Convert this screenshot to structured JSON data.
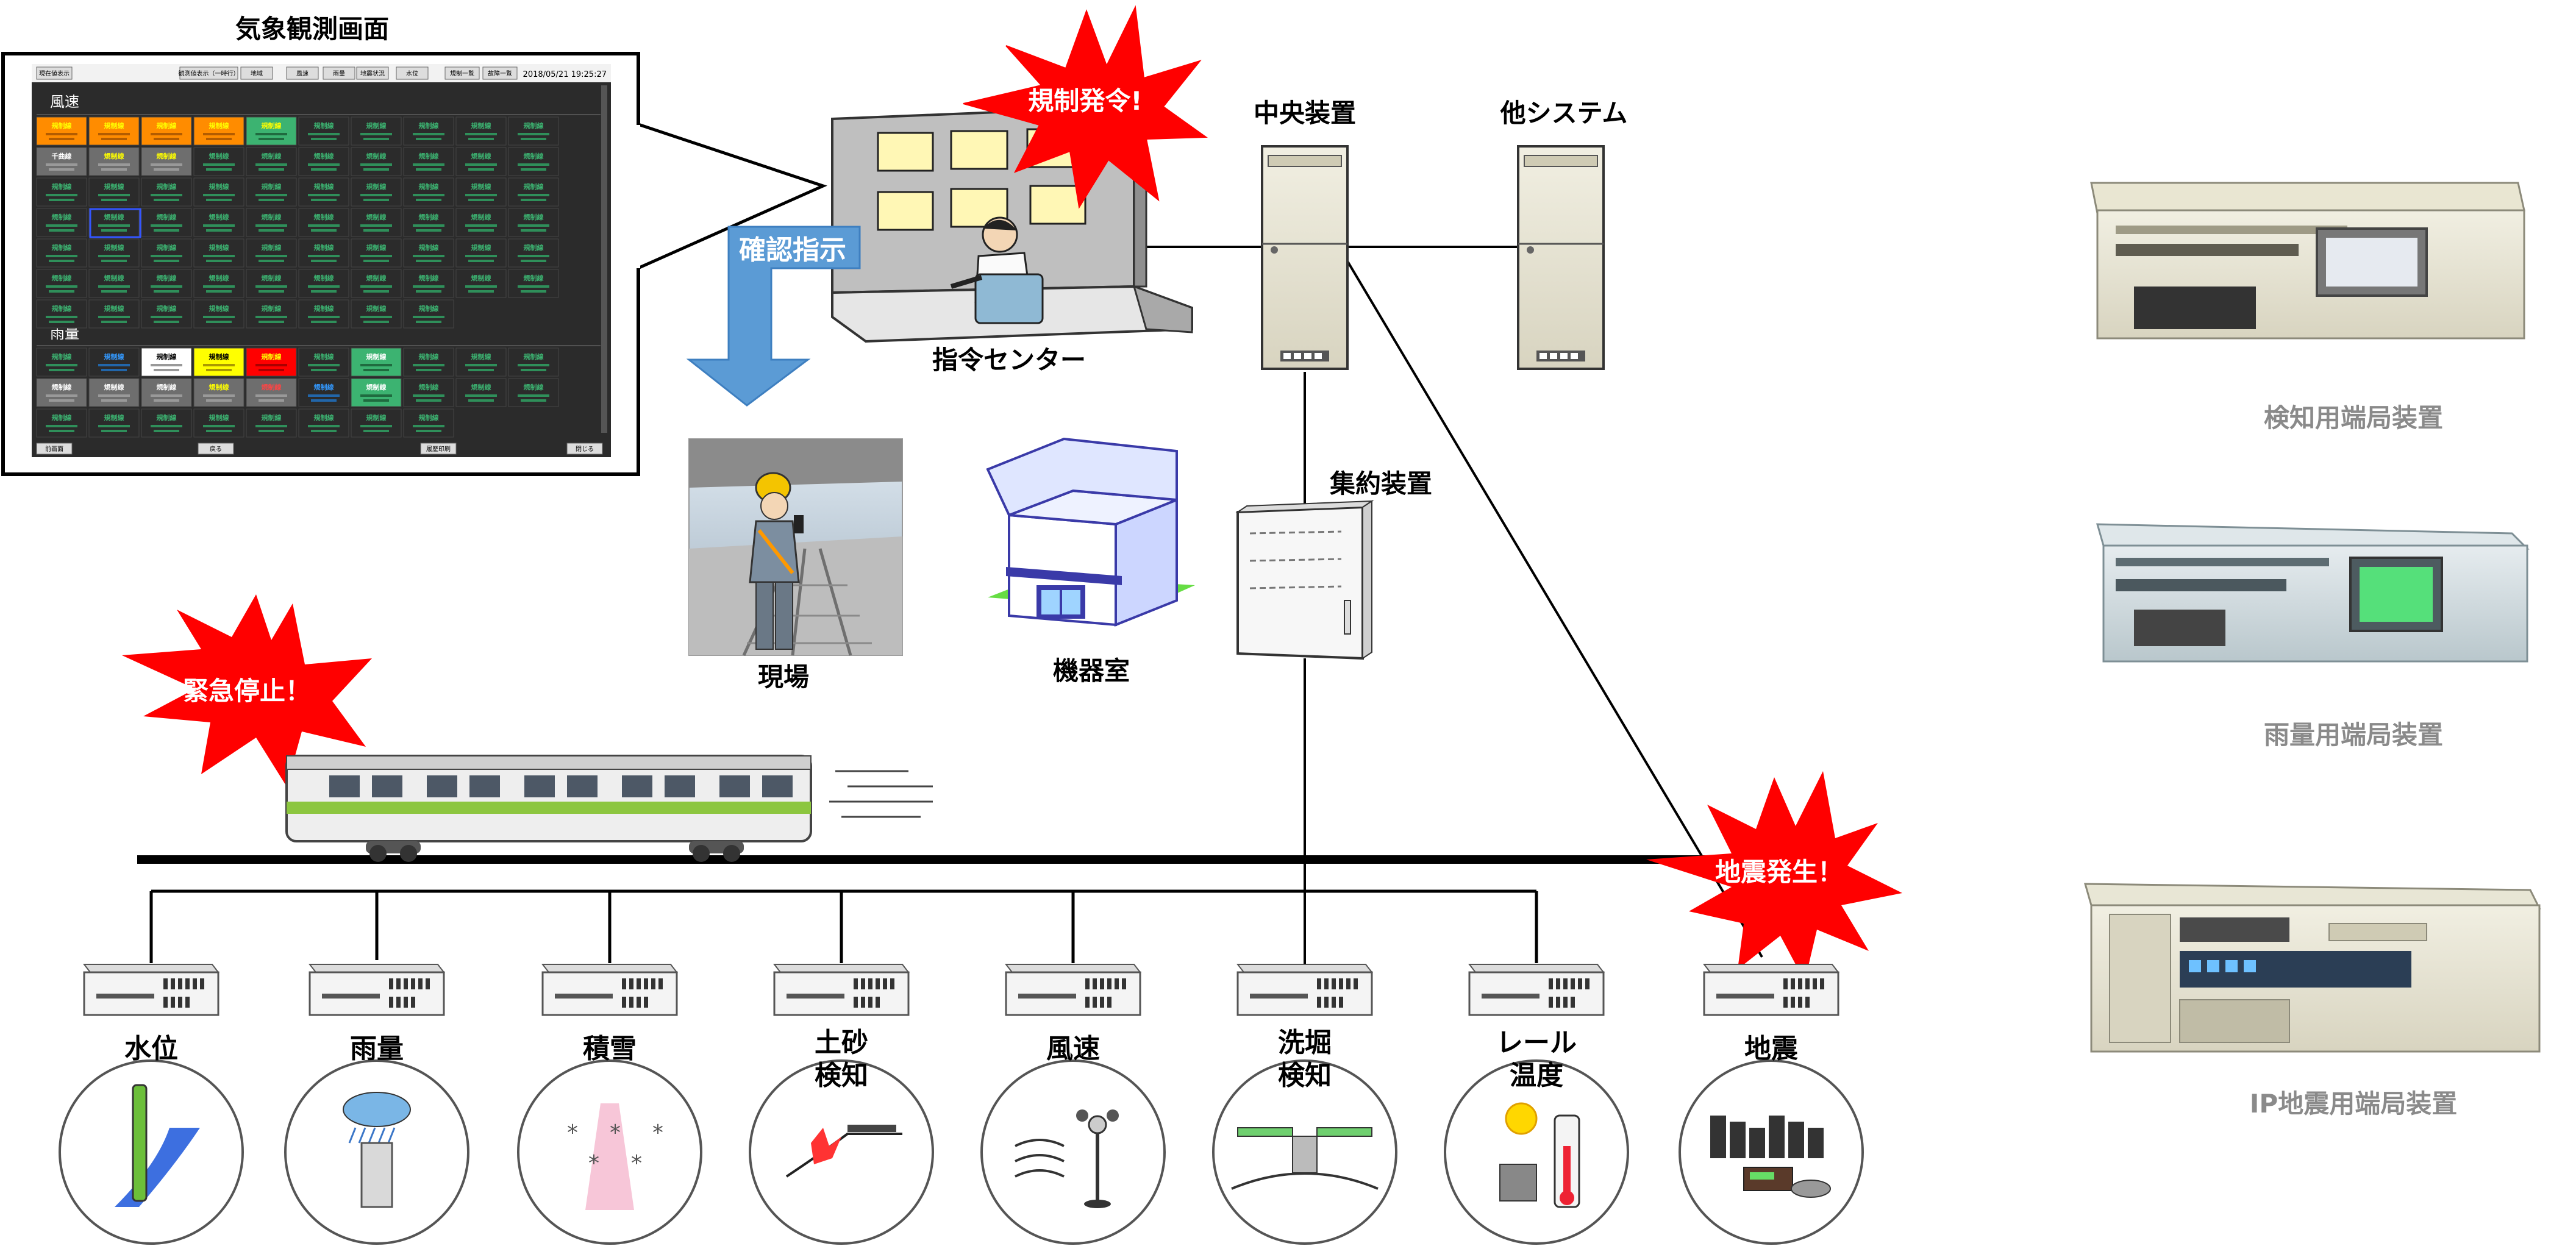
{
  "labels": {
    "weather_screen": "気象観測画面",
    "regulation_alert": "規制発令!",
    "confirm_instruction": "確認指示",
    "central_unit": "中央装置",
    "other_system": "他システム",
    "command_center": "指令センター",
    "aggregation_unit": "集約装置",
    "site": "現場",
    "equipment_room": "機器室",
    "emergency_stop": "緊急停止！",
    "earthquake_alert": "地震発生！"
  },
  "sensors": [
    {
      "label": "水位"
    },
    {
      "label": "雨量"
    },
    {
      "label": "積雪"
    },
    {
      "label": "土砂\n検知"
    },
    {
      "label": "風速"
    },
    {
      "label": "洗堀\n検知"
    },
    {
      "label": "レール\n温度"
    },
    {
      "label": "地震"
    }
  ],
  "terminals": [
    {
      "label": "検知用端局装置"
    },
    {
      "label": "雨量用端局装置"
    },
    {
      "label": "IP地震用端局装置"
    }
  ],
  "weather_screen_ui": {
    "toolbar_left": "現在値表示",
    "toolbar_buttons": [
      "観測値表示（一時行）",
      "地域",
      "風速",
      "雨量",
      "地震状況",
      "水位"
    ],
    "toolbar_right_buttons": [
      "規制一覧",
      "故障一覧"
    ],
    "timestamp": "2018/05/21 19:25:27",
    "section_wind": "風速",
    "section_rain": "雨量",
    "cell_title": "規制線",
    "highlight_titles": [
      "千曲線",
      "篠ノ井線"
    ],
    "bottom_buttons": [
      "前画面",
      "戻る",
      "履歴印刷",
      "閉じる"
    ]
  },
  "colors": {
    "burst_red": "#ff0000",
    "arrow_blue": "#5b9bd5",
    "screen_bg": "#2b2b2b",
    "cell_green": "#3cb371",
    "cell_orange": "#ff8c00",
    "cell_yellow": "#ffff00",
    "train_green": "#8cc63f",
    "terminal_label_grey": "#8a8a8a"
  }
}
